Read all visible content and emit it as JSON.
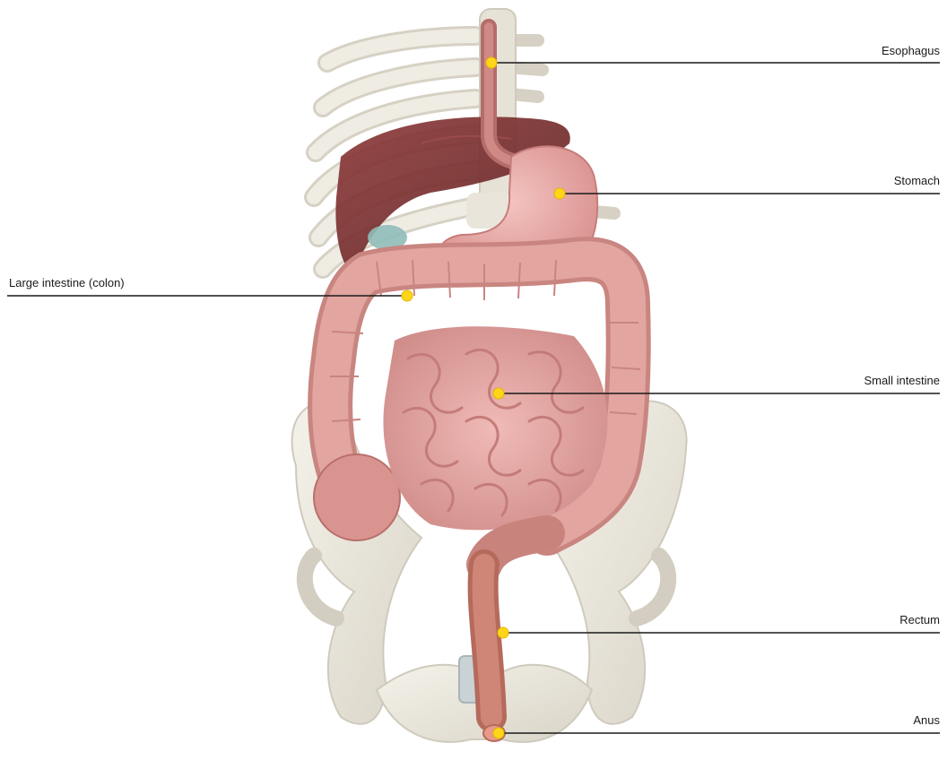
{
  "labels": {
    "esophagus": "Esophagus",
    "stomach": "Stomach",
    "large_intestine": "Large intestine (colon)",
    "small_intestine": "Small intestine",
    "rectum": "Rectum",
    "anus": "Anus"
  },
  "colors": {
    "marker": "#ffd51a",
    "leader_line": "#1a1a1a",
    "bone": "#ece9e0",
    "bone_shadow": "#cfcabd",
    "liver": "#7a3030",
    "stomach": "#e7a3a0",
    "intestine": "#e3a19e",
    "intestine_dark": "#c8807e",
    "colon": "#d89590",
    "rectum": "#c97b6b",
    "gallbladder": "#8fbcb8"
  }
}
